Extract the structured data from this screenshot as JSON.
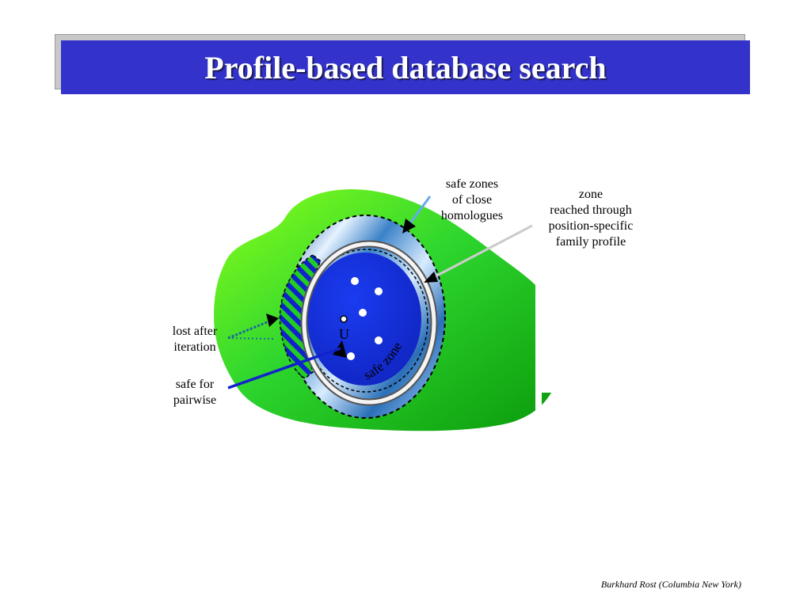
{
  "slide": {
    "title": "Profile-based database search",
    "footer": "Burkhard Rost (Columbia New York)"
  },
  "diagram": {
    "labels": {
      "safe_zones_close": [
        "safe zones",
        "of close",
        "homologues"
      ],
      "zone_profile": [
        "zone",
        "reached through",
        "position-specific",
        "family profile"
      ],
      "lost_after": [
        "lost after",
        "iteration"
      ],
      "safe_pairwise": [
        "safe for",
        "pairwise"
      ],
      "safe_zone_text": "safe zone",
      "query_marker": "U"
    },
    "colors": {
      "title_bar": "#3333cc",
      "green_zone": "#22cc22",
      "blue_zone": "#1133dd",
      "ring_blue": "#4488cc",
      "arrow_light_blue": "#66aaee",
      "arrow_gray": "#cccccc",
      "arrow_dark_blue": "#1122cc"
    }
  }
}
